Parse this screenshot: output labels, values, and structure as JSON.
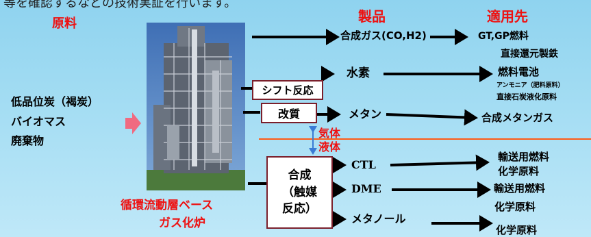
{
  "top_text": "等を確認するなどの技術実証を行います。",
  "headers": {
    "raw_materials": "原料",
    "products": "製品",
    "applications": "適用先"
  },
  "raw_materials": [
    "低品位炭（褐炭）",
    "バイオマス",
    "廃棄物"
  ],
  "gasifier_caption": [
    "循環流動層ベース",
    "ガス化炉"
  ],
  "processes": {
    "shift": "シフト反応",
    "reforming": "改質",
    "synthesis": [
      "合成",
      "（触媒",
      "反応）"
    ]
  },
  "phase": {
    "gas": "気体",
    "liquid": "液体"
  },
  "products": {
    "syngas": "合成ガス(CO,H2)",
    "hydrogen": "水素",
    "methane": "メタン",
    "ctl": "CTL",
    "dme": "DME",
    "methanol": "メタノール"
  },
  "applications": {
    "syngas": [
      "GT,GP燃料",
      "直接還元製鉄"
    ],
    "hydrogen": [
      "燃料電池",
      "アンモニア（肥料原料）",
      "直接石炭液化原料"
    ],
    "methane": [
      "合成メタンガス"
    ],
    "ctl": [
      "輸送用燃料",
      "化学原料"
    ],
    "dme": [
      "輸送用燃料",
      "化学原料"
    ],
    "methanol": [
      "化学原料"
    ]
  },
  "colors": {
    "accent_red": "#ee1111",
    "box_border": "#7a1f2b",
    "phase_line": "#ff5a14",
    "arrow_blue": "#3a7bd5",
    "input_arrow": "#f06a80"
  }
}
